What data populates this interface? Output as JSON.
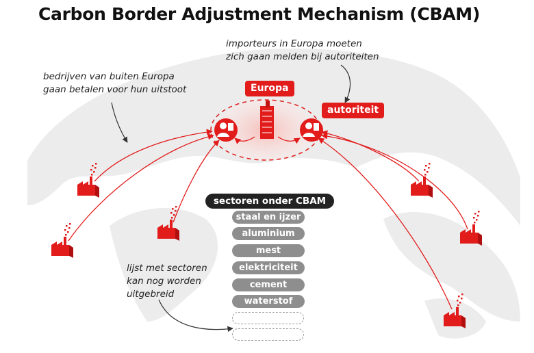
{
  "title": "Carbon Border Adjustment Mechanism (CBAM)",
  "notes": {
    "importers": [
      "importeurs in Europa moeten",
      "zich gaan melden bij autoriteiten"
    ],
    "companies": [
      "bedrijven van buiten Europa",
      "gaan betalen voor hun uitstoot"
    ],
    "sectors": [
      "lijst met sectoren",
      "kan nog worden",
      "uitgebreid"
    ]
  },
  "labels": {
    "europe": "Europa",
    "authority": "autoriteit"
  },
  "sectors": {
    "header": "sectoren onder CBAM",
    "items": [
      "staal en ijzer",
      "aluminium",
      "mest",
      "elektriciteit",
      "cement",
      "waterstof"
    ]
  },
  "colors": {
    "accent": "#e21b1b",
    "dark": "#222222",
    "pill": "#8e8e8e",
    "map": "#ececec"
  },
  "icons": [
    "factory-icon",
    "customs-officer-icon",
    "building-icon"
  ]
}
